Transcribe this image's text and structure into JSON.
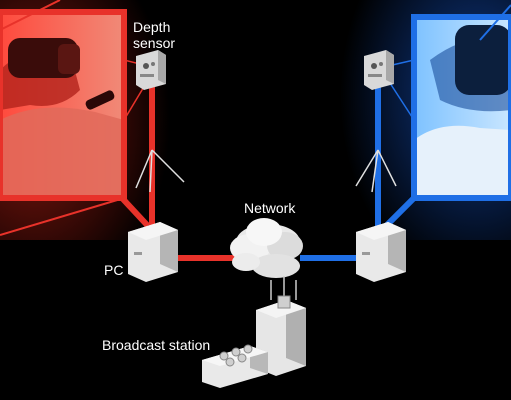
{
  "labels": {
    "depth_sensor": "Depth sensor",
    "network": "Network",
    "pc": "PC",
    "broadcast_station": "Broadcast station"
  },
  "colors": {
    "background": "#000000",
    "left_link": "#e8322a",
    "right_link": "#1f6fe6",
    "equipment": "#e9e9e9",
    "label_text": "#ffffff"
  },
  "icons": {
    "left_panel": "vr-user-red-photo",
    "right_panel": "vr-user-blue-photo",
    "cloud": "network-cloud-icon",
    "sensor": "depth-sensor-icon",
    "tripod": "tripod-icon",
    "pc": "pc-tower-icon",
    "broadcast": "broadcast-station-icon"
  }
}
